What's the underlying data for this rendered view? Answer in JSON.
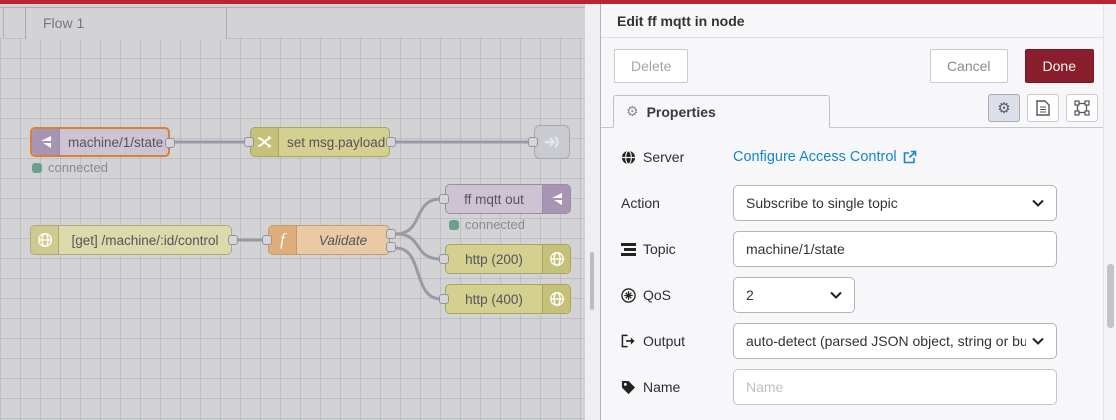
{
  "workspace": {
    "tab_label": "Flow 1",
    "nodes": {
      "mqtt_in": {
        "label": "machine/1/state",
        "status": "connected"
      },
      "change": {
        "label": "set msg.payload"
      },
      "http_in": {
        "label": "[get] /machine/:id/control"
      },
      "function": {
        "label": "Validate"
      },
      "mqtt_out": {
        "label": "ff mqtt out",
        "status": "connected"
      },
      "http_response_200": {
        "label": "http (200)"
      },
      "http_response_400": {
        "label": "http (400)"
      }
    }
  },
  "editor": {
    "title": "Edit ff mqtt in node",
    "delete_label": "Delete",
    "cancel_label": "Cancel",
    "done_label": "Done",
    "tab_label": "Properties",
    "fields": {
      "server": {
        "label": "Server",
        "link_text": "Configure Access Control"
      },
      "action": {
        "label": "Action",
        "value": "Subscribe to single topic"
      },
      "topic": {
        "label": "Topic",
        "value": "machine/1/state"
      },
      "qos": {
        "label": "QoS",
        "value": "2"
      },
      "output": {
        "label": "Output",
        "value": "auto-detect (parsed JSON object, string or buffer)"
      },
      "name": {
        "label": "Name",
        "placeholder": "Name"
      }
    }
  },
  "colors": {
    "accent_red": "#b92430",
    "done_button": "#8a1e2d",
    "link_blue": "#1288c9",
    "status_green": "#6ba18c",
    "selected_border": "#d7823a",
    "mqtt_node": "#cdc3d2",
    "olive_node": "#d4d08f",
    "function_node": "#e9caa4"
  }
}
